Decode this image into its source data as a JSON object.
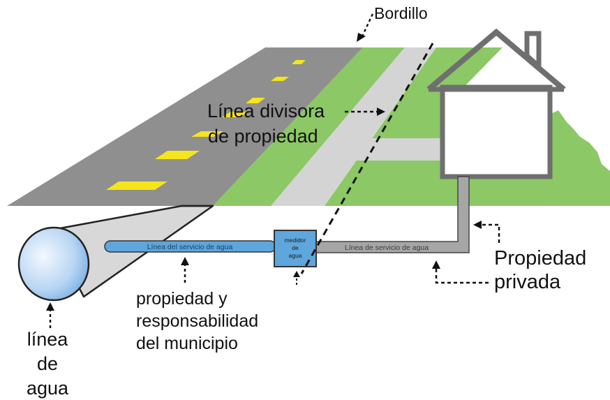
{
  "labels": {
    "curb": "Bordillo",
    "property_line_1": "Línea divisora",
    "property_line_2": "de propiedad",
    "public_pipe": "Línea del servicio de agua",
    "meter_1": "medidor",
    "meter_2": "de",
    "meter_3": "agua",
    "private_pipe": "Línea de servicio de agua",
    "municipal_1": "propiedad y",
    "municipal_2": "responsabilidad",
    "municipal_3": "del municipio",
    "private_1": "Propiedad",
    "private_2": "privada",
    "main_1": "línea",
    "main_2": "de",
    "main_3": "agua"
  },
  "colors": {
    "road": "#8f8f8f",
    "road_stripe": "#f5e51b",
    "grass": "#8cc865",
    "sidewalk": "#d4d4d4",
    "public_pipe": "#5ea6dc",
    "private_pipe": "#a6a6a6",
    "main_pipe": "#d8d8d8",
    "house_outline": "#6f6f6f"
  }
}
